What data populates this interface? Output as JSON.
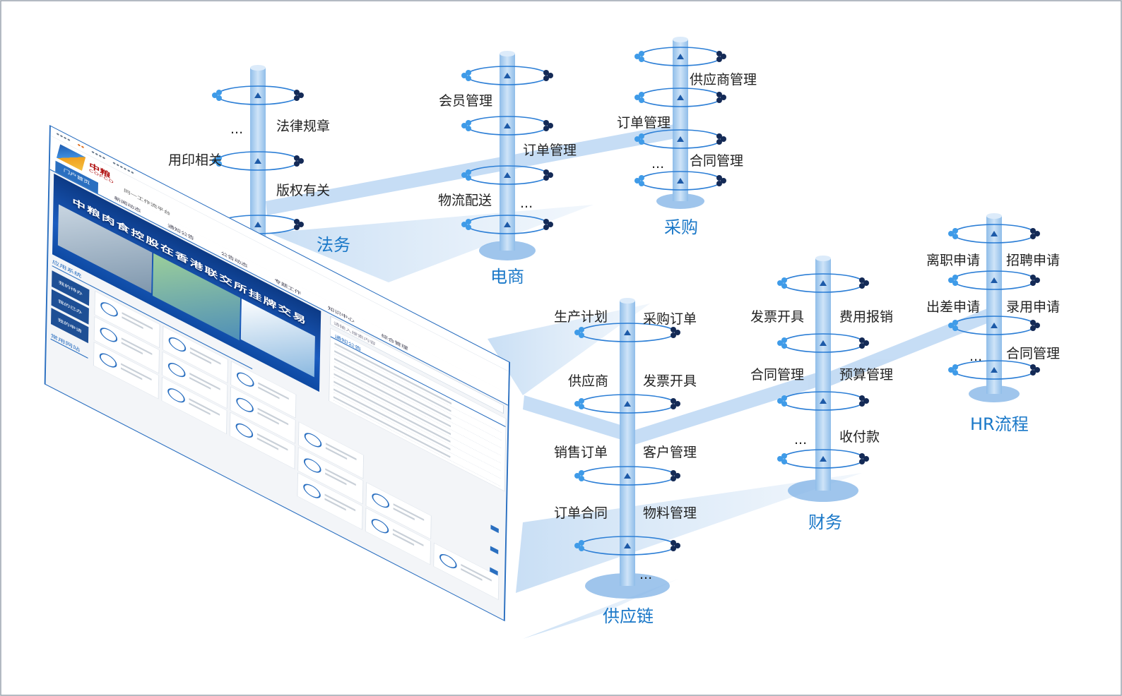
{
  "colors": {
    "system_label": "#1a78c8",
    "pillar": "#a9cef0",
    "ring": "#2d7fd6",
    "connector": "#c5ddf5"
  },
  "portal": {
    "logo_text": "中粮",
    "logo_sub": "COFCO",
    "slogan": "同一工作流平台",
    "nav_active": "门户首页",
    "nav_items": [
      "新闻动态",
      "通知公告",
      "公告动态",
      "专题工作",
      "知识中心",
      "综合管理"
    ],
    "banner_title": "中粮肉食控股在香港联交所挂牌交易",
    "search_placeholder": "请输入搜索内容",
    "notice_header": "通知公告",
    "apps_header": "应用系统",
    "side_tabs": [
      "我的待办",
      "我的已办",
      "我的申请"
    ],
    "links_header": "常用网站"
  },
  "systems": [
    {
      "name": "法务",
      "labels": [
        "法律规章",
        "...",
        "用印相关",
        "版权有关"
      ]
    },
    {
      "name": "电商",
      "labels": [
        "会员管理",
        "订单管理",
        "物流配送",
        "..."
      ]
    },
    {
      "name": "采购",
      "labels": [
        "供应商管理",
        "订单管理",
        "...",
        "合同管理"
      ]
    },
    {
      "name": "供应链",
      "labels": [
        "生产计划",
        "采购订单",
        "供应商",
        "发票开具",
        "销售订单",
        "客户管理",
        "订单合同",
        "物料管理",
        "..."
      ]
    },
    {
      "name": "财务",
      "labels": [
        "发票开具",
        "费用报销",
        "合同管理",
        "预算管理",
        "...",
        "收付款"
      ]
    },
    {
      "name": "HR流程",
      "labels": [
        "离职申请",
        "招聘申请",
        "出差申请",
        "录用申请",
        "...",
        "合同管理"
      ]
    }
  ]
}
